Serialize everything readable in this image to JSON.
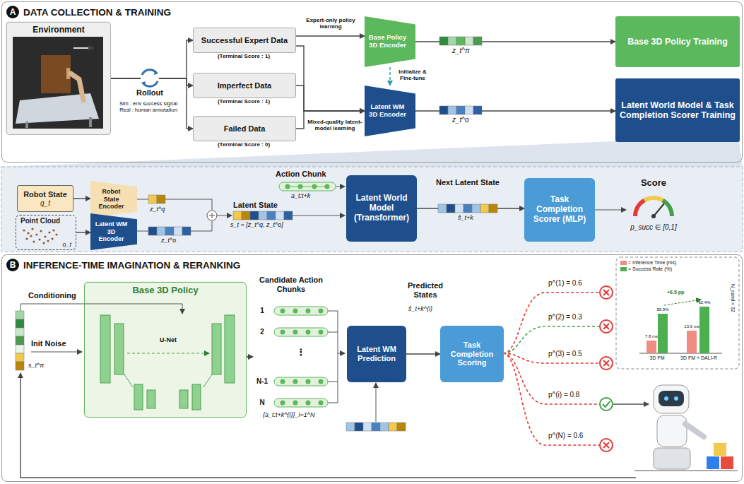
{
  "diagram": {
    "nodes": [
      {
        "text": [
          "A",
          "DATA COLLECTION & TRAINING"
        ]
      },
      {
        "text": [
          "Environment"
        ],
        "in": 0
      },
      {
        "text": [
          "Successful Expert Data"
        ],
        "in": 0
      },
      {
        "text": [
          "Imperfect Data"
        ],
        "in": 0
      },
      {
        "text": [
          "Failed Data"
        ],
        "in": 0
      },
      {
        "text": [
          "Base Policy 3D Encoder"
        ],
        "in": 0
      },
      {
        "text": [
          "Latent WM 3D Encoder"
        ],
        "in": 0
      },
      {
        "text": [
          "Base 3D Policy Training"
        ],
        "in": 0
      },
      {
        "text": [
          "Latent World Model & Task Completion Scorer Training"
        ],
        "in": 0
      },
      {
        "text": [
          "Robot State",
          "q_t"
        ]
      },
      {
        "text": [
          "Robot State Encoder"
        ]
      },
      {
        "text": [
          "Point Cloud",
          "o_t"
        ]
      },
      {
        "text": [
          "Latent WM 3D Encoder"
        ]
      },
      {
        "text": [
          "Latent World Model (Transformer)"
        ]
      },
      {
        "text": [
          "Task Completion Scorer (MLP)"
        ]
      },
      {
        "text": [
          "B",
          "INFERENCE-TIME IMAGINATION & RERANKING"
        ]
      },
      {
        "text": [
          "Base 3D Policy"
        ],
        "in": 15
      },
      {
        "text": [
          "Latent WM Prediction"
        ],
        "in": 15
      },
      {
        "text": [
          "Task Completion Scoring"
        ],
        "in": 15
      }
    ],
    "edges": [
      {
        "from": 1,
        "to": 2,
        "arrow": "to"
      },
      {
        "from": 1,
        "to": 3,
        "arrow": "to"
      },
      {
        "from": 1,
        "to": 4,
        "arrow": "to"
      },
      {
        "from": 2,
        "to": 5,
        "arrow": "to"
      },
      {
        "from": 2,
        "to": 6,
        "arrow": "to"
      },
      {
        "from": 3,
        "to": 6,
        "arrow": "to"
      },
      {
        "from": 4,
        "to": 6,
        "arrow": "to"
      },
      {
        "from": 5,
        "to": 6,
        "arrow": "to"
      },
      {
        "from": 5,
        "to": 7,
        "arrow": "to"
      },
      {
        "from": 6,
        "to": 8,
        "arrow": "to"
      },
      {
        "from": 9,
        "to": 10,
        "arrow": "to"
      },
      {
        "from": 11,
        "to": 12,
        "arrow": "to"
      },
      {
        "from": 13,
        "to": 14,
        "arrow": "to"
      },
      {
        "from": 17,
        "to": 18,
        "arrow": "to"
      }
    ],
    "labels": [
      "Rollout",
      "Sim : env success signal",
      "Real : human annotation",
      "Expert-only policy learning",
      "(Terminal Score : 1)",
      "(Terminal Score : 1)",
      "(Terminal Score : 0)",
      "Mixed-quality latent-model learning",
      "Initialize & Fine-tune",
      "z_t^π",
      "z_t^o",
      "z_t^q",
      "z_t^o",
      "Action Chunk",
      "a_t:t+k",
      "Latent State",
      "s_t = [z_t^q, z_t^o]",
      "Next Latent State",
      "ŝ_t+k",
      "Score",
      "p_succ ∈ [0,1]",
      "Conditioning",
      "Init Noise",
      "s_t^π",
      "U-Net",
      "Candidate Action Chunks",
      "1",
      "2",
      "⋮",
      "N-1",
      "N",
      "{a_t:t+k^(i)}_i=1^N",
      "Predicted States",
      "ŝ_t+k^(i)",
      "p^(1) = 0.6",
      "p^(2) = 0.3",
      "p^(3) = 0.5",
      "p^(i) = 0.8",
      "p^(N) = 0.6",
      "7.8 ms",
      "55.9%",
      "13.6 ms",
      "62.4%",
      "+6.5 pp",
      "3D FM",
      "3D FM + DALI-R",
      "N_cand = 32"
    ],
    "legend": [
      {
        "text": "= Inference Time (ms)",
        "color": "#f28b82"
      },
      {
        "text": "= Success Rate (%)",
        "color": "#4caf50"
      }
    ]
  }
}
